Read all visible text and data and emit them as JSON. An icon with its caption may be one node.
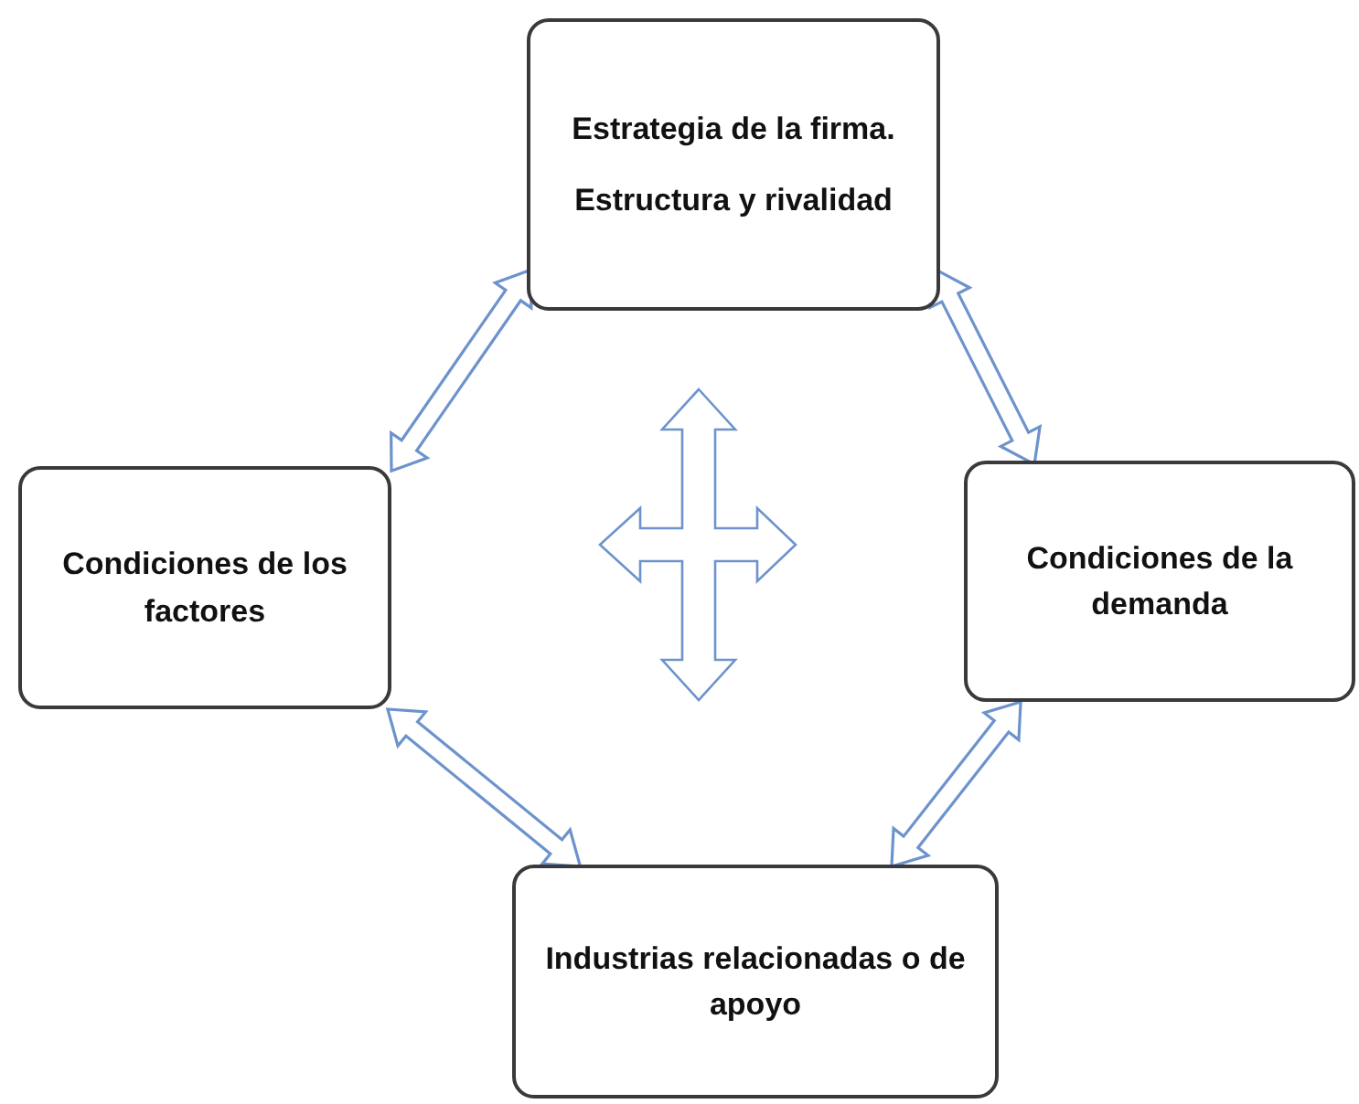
{
  "diagram": {
    "nodes": [
      {
        "text": [
          "Estrategia de la firma. Estructura y rivalidad"
        ]
      },
      {
        "text": [
          "Condiciones de los factores"
        ]
      },
      {
        "text": [
          "Condiciones de la demanda"
        ]
      },
      {
        "text": [
          "Industrias relacionadas o de apoyo"
        ]
      }
    ],
    "edges": [
      {
        "from": 0,
        "to": 1,
        "arrow": "both"
      },
      {
        "from": 0,
        "to": 2,
        "arrow": "both"
      },
      {
        "from": 1,
        "to": 3,
        "arrow": "both"
      },
      {
        "from": 2,
        "to": 3,
        "arrow": "both"
      }
    ]
  }
}
